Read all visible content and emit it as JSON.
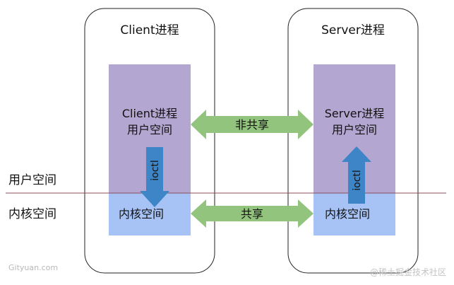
{
  "space_labels": {
    "user": "用户空间",
    "kernel": "内核空间"
  },
  "client": {
    "title": "Client进程",
    "user_box_line1": "Client进程",
    "user_box_line2": "用户空间",
    "kernel_box": "内核空间",
    "ioctl": "ioctl"
  },
  "server": {
    "title": "Server进程",
    "user_box_line1": "Server进程",
    "user_box_line2": "用户空间",
    "kernel_box": "内核空间",
    "ioctl": "ioctl"
  },
  "arrows": {
    "user_link": "非共享",
    "kernel_link": "共享"
  },
  "watermarks": {
    "left": "Gityuan.com",
    "right": "@稀土掘金技术社区"
  },
  "colors": {
    "user_box": "#b3a6d1",
    "kernel_box": "#a7c3f5",
    "link_arrow": "#93c47d",
    "ioctl_arrow": "#3d85c6",
    "divider": "#8b4d5a"
  }
}
